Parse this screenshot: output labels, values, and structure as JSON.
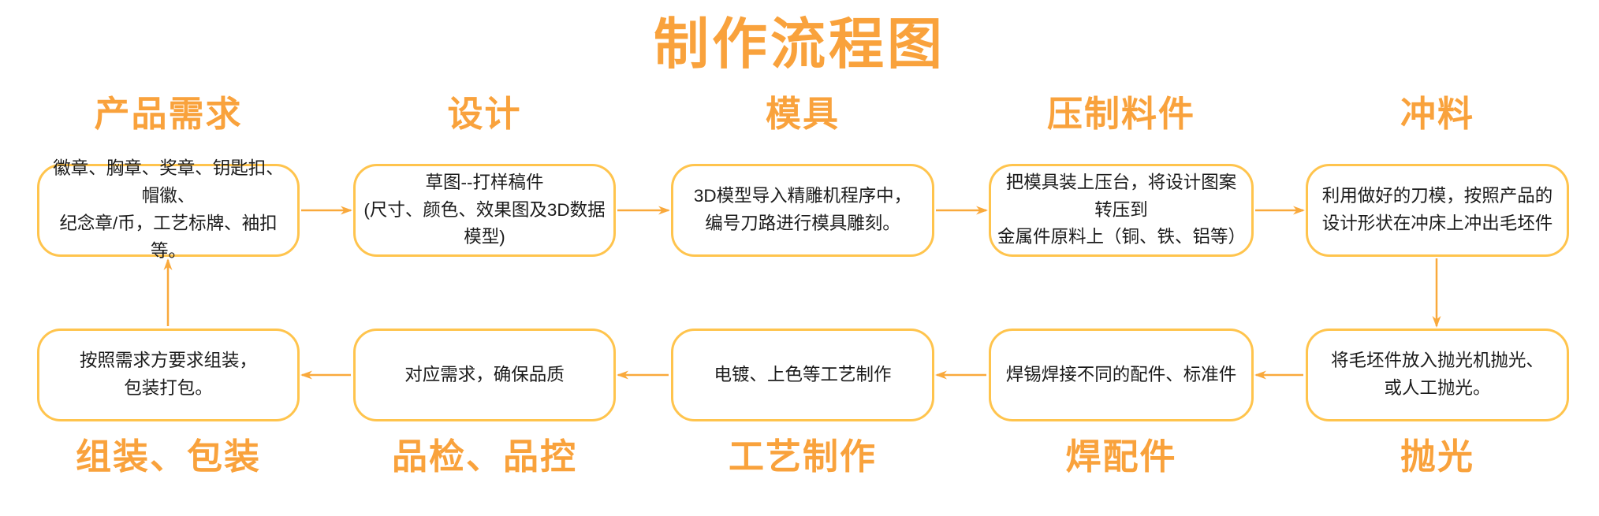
{
  "title": "制作流程图",
  "colors": {
    "accent_orange": "#F9A23C",
    "box_border_gold": "#FFC44D",
    "arrow_gold": "#F9A93C",
    "body_text": "#1b1b1b",
    "background": "#ffffff"
  },
  "top_row": [
    {
      "label": "产品需求",
      "text": "徽章、胸章、奖章、钥匙扣、帽徽、\n纪念章/币，工艺标牌、袖扣等。"
    },
    {
      "label": "设计",
      "text": "草图--打样稿件\n(尺寸、颜色、效果图及3D数据模型)"
    },
    {
      "label": "模具",
      "text": "3D模型导入精雕机程序中，\n编号刀路进行模具雕刻。"
    },
    {
      "label": "压制料件",
      "text": "把模具装上压台，将设计图案转压到\n金属件原料上（铜、铁、铝等）"
    },
    {
      "label": "冲料",
      "text": "利用做好的刀模，按照产品的\n设计形状在冲床上冲出毛坯件"
    }
  ],
  "bottom_row": [
    {
      "label": "组装、包装",
      "text": "按照需求方要求组装，\n包装打包。"
    },
    {
      "label": "品检、品控",
      "text": "对应需求，确保品质"
    },
    {
      "label": "工艺制作",
      "text": "电镀、上色等工艺制作"
    },
    {
      "label": "焊配件",
      "text": "焊锡焊接不同的配件、标准件"
    },
    {
      "label": "抛光",
      "text": "将毛坯件放入抛光机抛光、\n或人工抛光。"
    }
  ]
}
